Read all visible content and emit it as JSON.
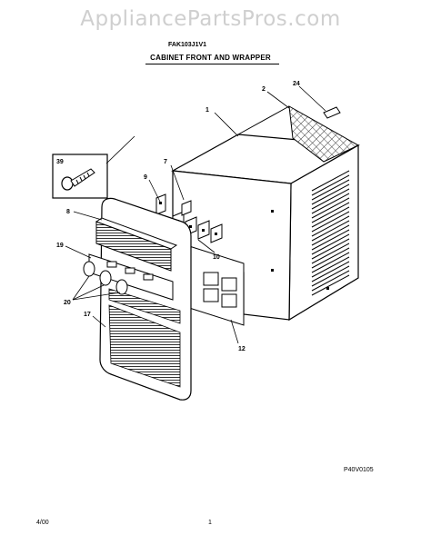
{
  "watermark": "AppliancePartsPros.com",
  "model": "FAK103J1V1",
  "title": "CABINET FRONT AND WRAPPER",
  "diagram_code": "P40V0105",
  "date": "4/00",
  "page_number": "1",
  "callouts": {
    "c1": "1",
    "c2": "2",
    "c24": "24",
    "c7": "7",
    "c9": "9",
    "c39": "39",
    "c8": "8",
    "c10": "10",
    "c19": "19",
    "c20": "20",
    "c17": "17",
    "c12": "12"
  }
}
